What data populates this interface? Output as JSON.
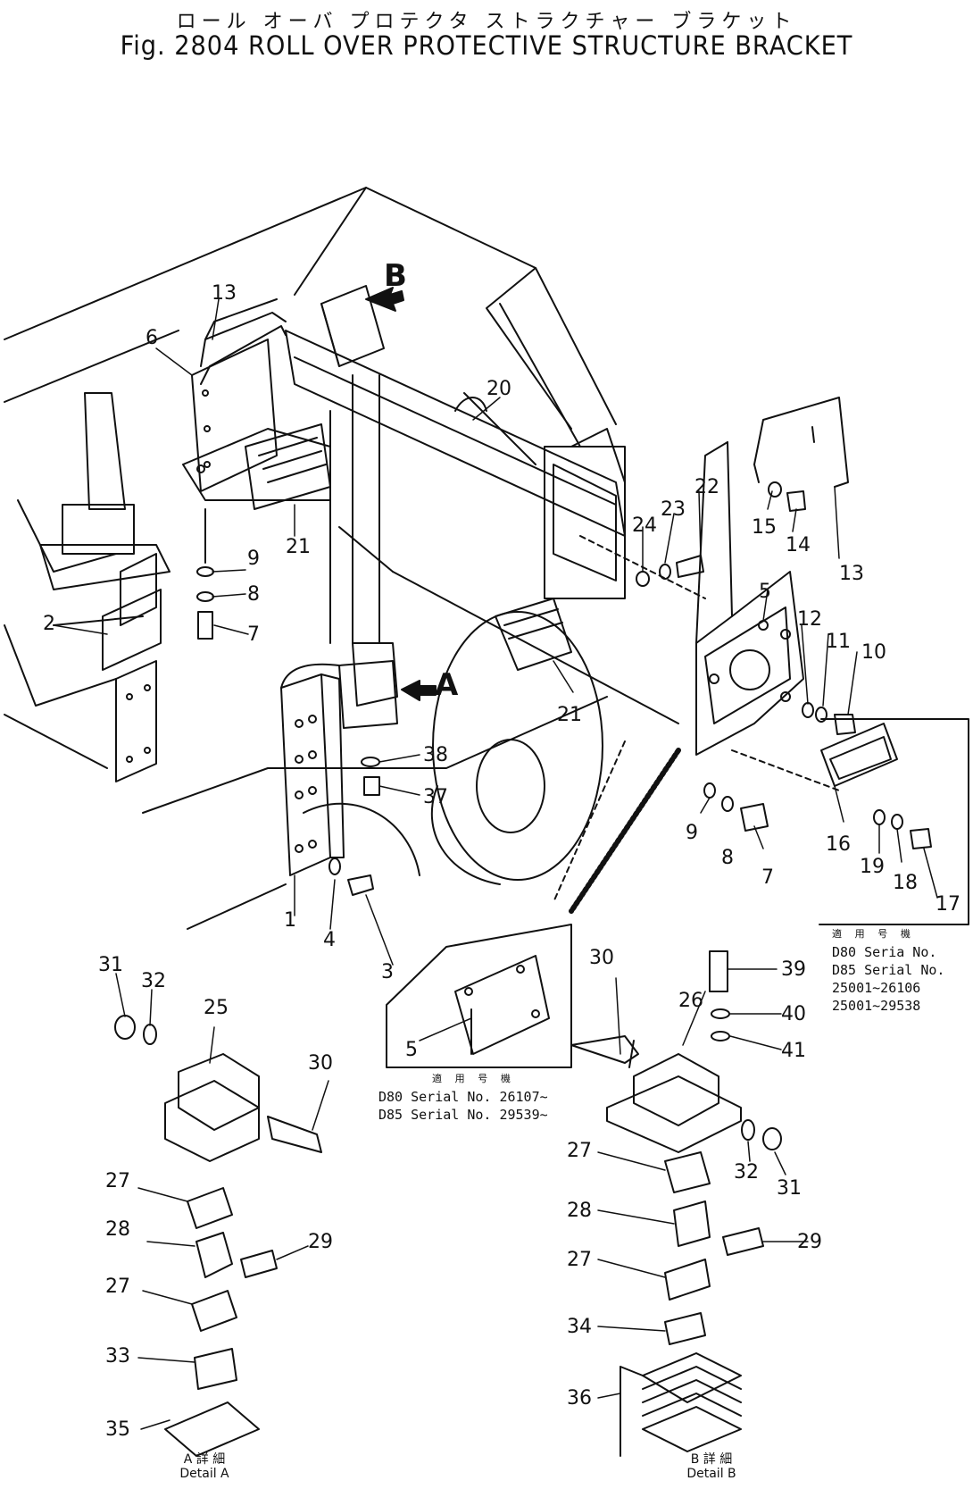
{
  "title": {
    "jp": "ロール オーバ プロテクタ ストラクチャー ブラケット",
    "en": "Fig. 2804 ROLL OVER PROTECTIVE STRUCTURE BRACKET"
  },
  "views": {
    "a": "A",
    "b": "B"
  },
  "parts": {
    "p1": "1",
    "p2": "2",
    "p3": "3",
    "p4": "4",
    "p5a": "5",
    "p5b": "5",
    "p6": "6",
    "p7a": "7",
    "p7b": "7",
    "p8a": "8",
    "p8b": "8",
    "p9a": "9",
    "p9b": "9",
    "p10": "10",
    "p11": "11",
    "p12": "12",
    "p13a": "13",
    "p13b": "13",
    "p14": "14",
    "p15": "15",
    "p16": "16",
    "p17": "17",
    "p18": "18",
    "p19": "19",
    "p20": "20",
    "p21a": "21",
    "p21b": "21",
    "p22": "22",
    "p23": "23",
    "p24": "24",
    "p25": "25",
    "p26": "26",
    "p27a": "27",
    "p27b": "27",
    "p27c": "27",
    "p27d": "27",
    "p28a": "28",
    "p28b": "28",
    "p29a": "29",
    "p29b": "29",
    "p30a": "30",
    "p30b": "30",
    "p31a": "31",
    "p31b": "31",
    "p32a": "32",
    "p32b": "32",
    "p33": "33",
    "p34": "34",
    "p35": "35",
    "p36": "36",
    "p37": "37",
    "p38": "38",
    "p39": "39",
    "p40": "40",
    "p41": "41"
  },
  "notes": {
    "right": {
      "heading": "適 用 号 機",
      "line1": "D80 Seria No.",
      "line2": "D85 Serial No.",
      "line3": "25001~26106",
      "line4": "25001~29538"
    },
    "center": {
      "heading": "適 用 号 機",
      "line1": "D80 Serial No. 26107~",
      "line2": "D85 Serial No. 29539~"
    }
  },
  "captions": {
    "detail_a": {
      "jp": "A 詳 細",
      "en": "Detail A"
    },
    "detail_b": {
      "jp": "B 詳 細",
      "en": "Detail B"
    }
  }
}
